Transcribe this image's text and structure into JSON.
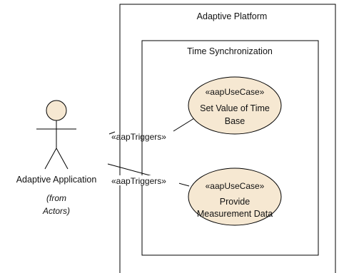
{
  "boundary_outer": {
    "title": "Adaptive Platform"
  },
  "boundary_inner": {
    "title": "Time Synchronization"
  },
  "actor": {
    "name": "Adaptive Application",
    "origin_line1": "(from",
    "origin_line2": "Actors)"
  },
  "use_cases": [
    {
      "stereotype": "«aapUseCase»",
      "line1": "Set Value of Time",
      "line2": "Base"
    },
    {
      "stereotype": "«aapUseCase»",
      "line1": "Provide",
      "line2": "Measurement Data"
    }
  ],
  "relations": [
    {
      "label": "«aapTriggers»"
    },
    {
      "label": "«aapTriggers»"
    }
  ],
  "colors": {
    "usecase_fill": "#f6e8d2",
    "actor_fill": "#f6e8d2",
    "stroke": "#000000"
  }
}
